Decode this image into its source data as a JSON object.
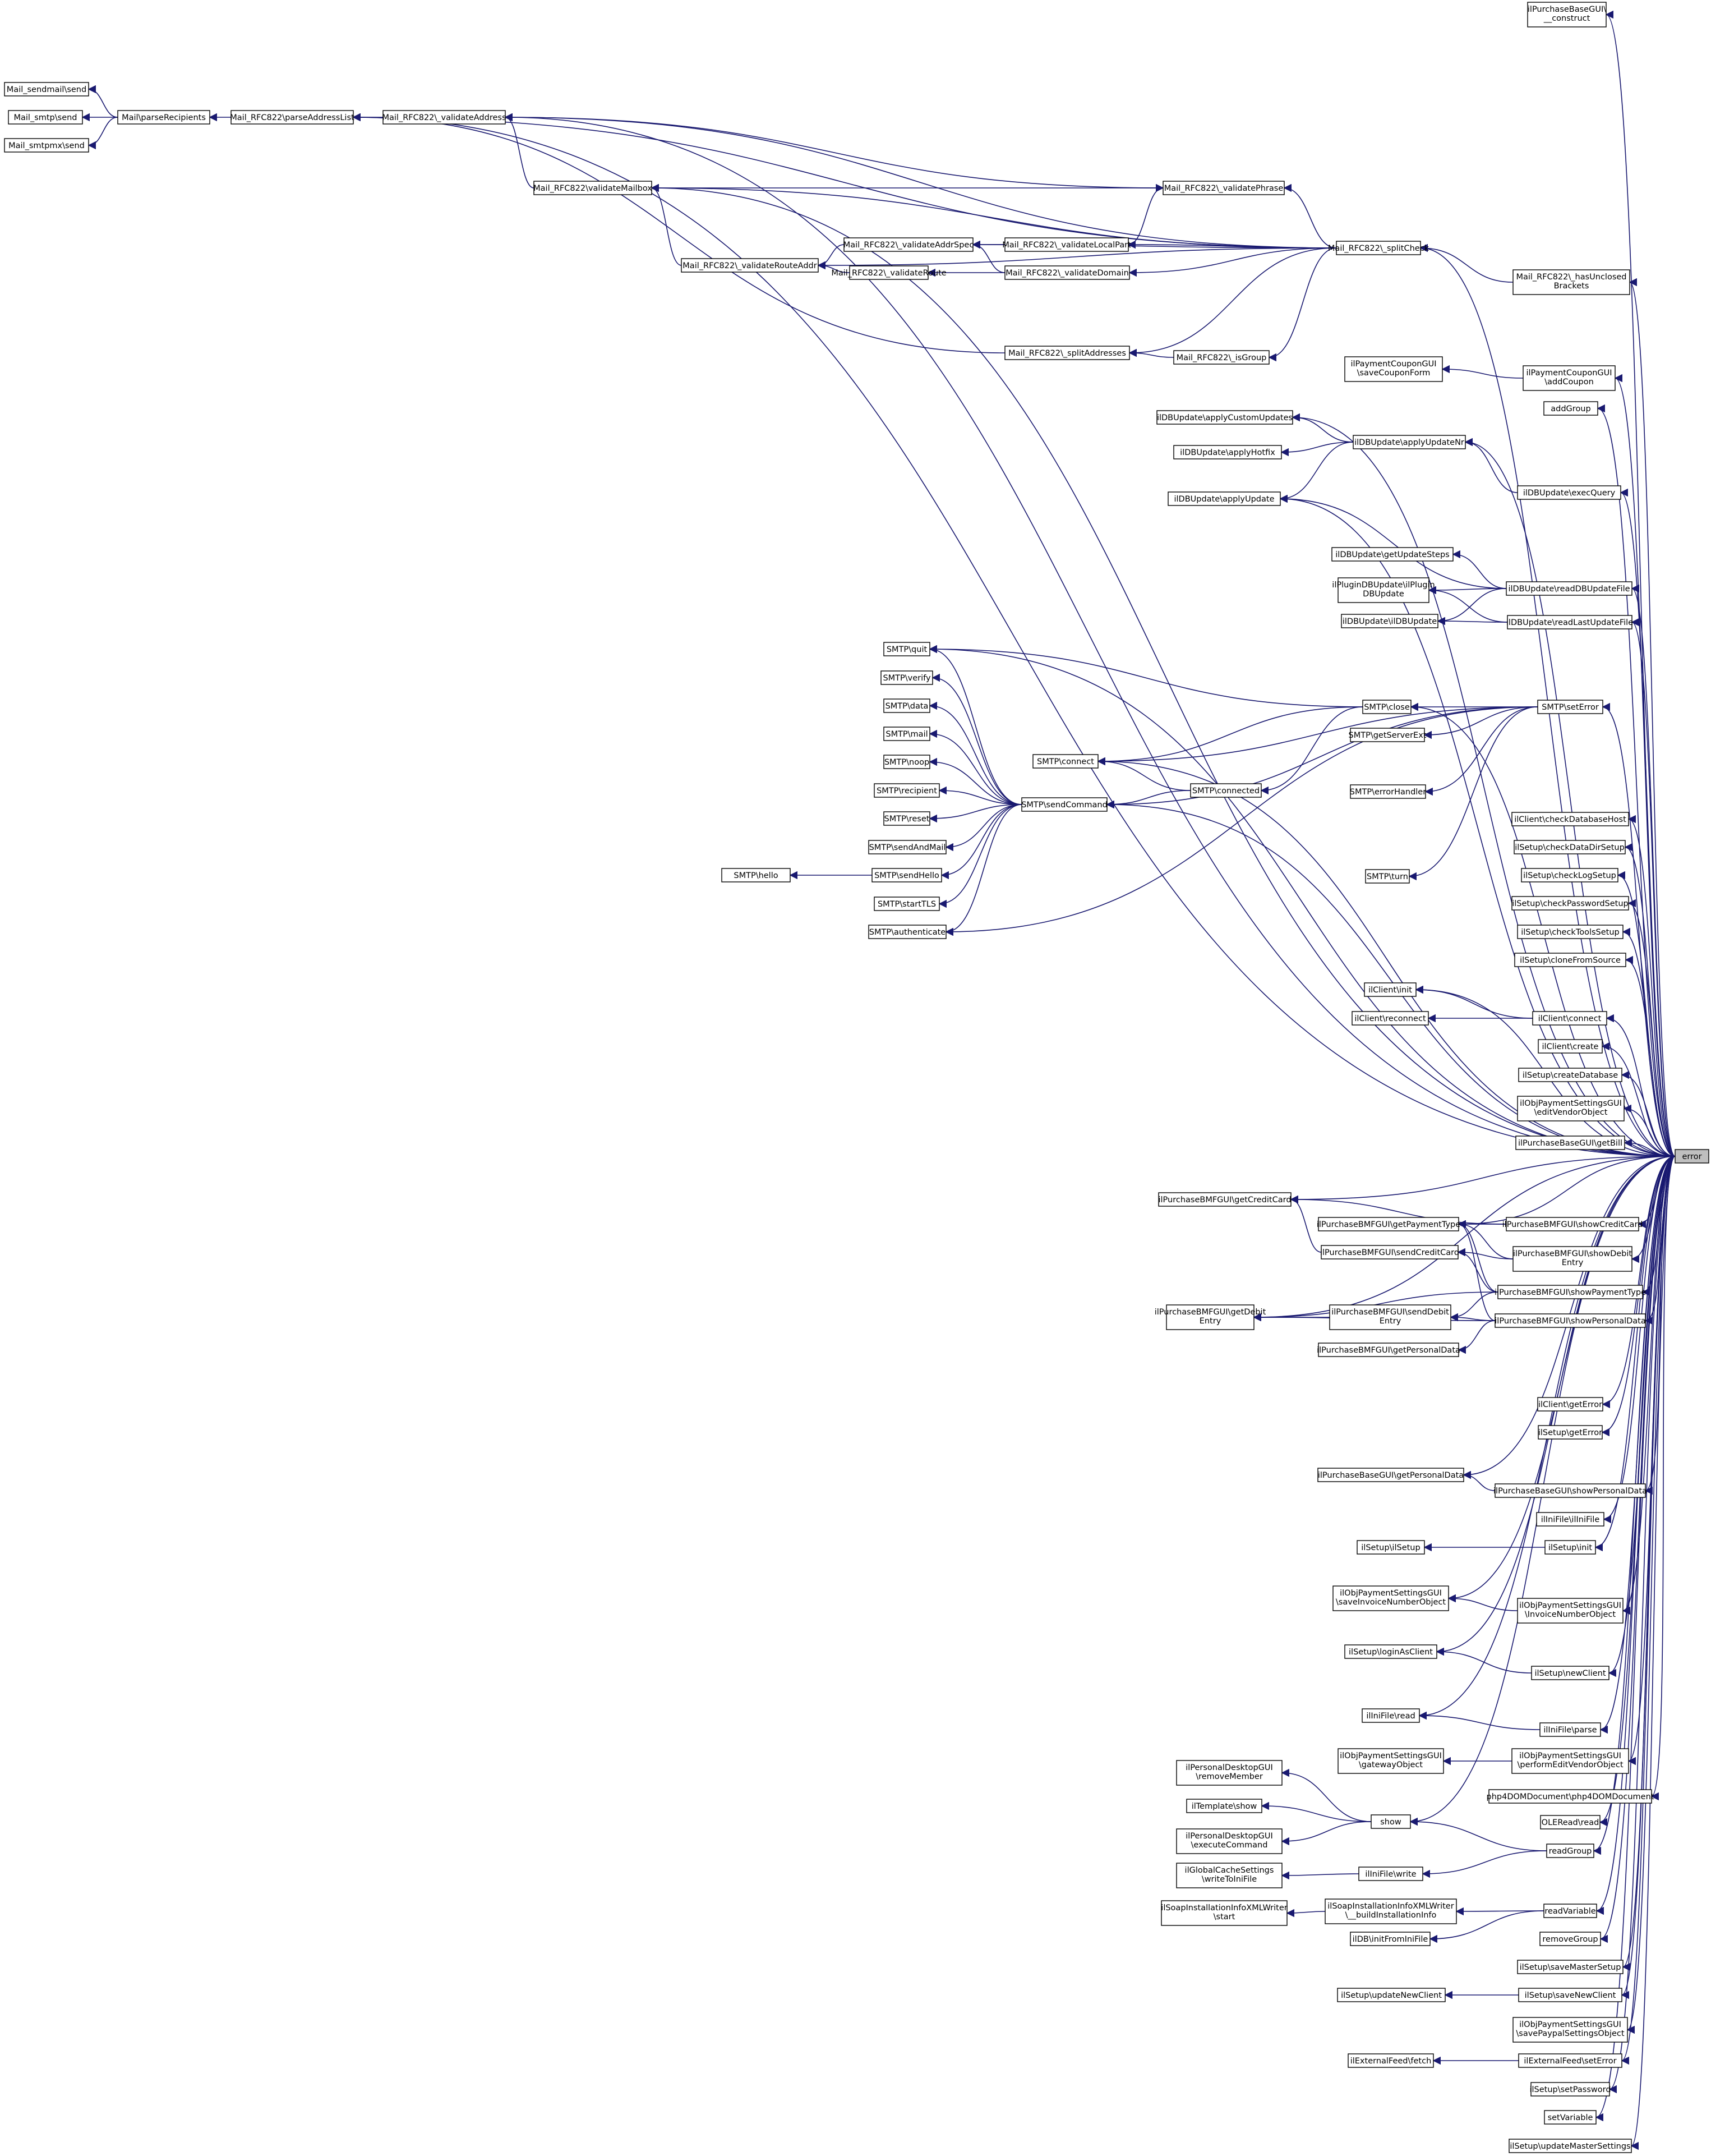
{
  "focus": "error",
  "colors": {
    "edge": "#191970",
    "focus_fill": "#bfbfbf",
    "node_border": "#000000",
    "background": "#ffffff"
  },
  "nodes": [
    {
      "id": "n0",
      "label": "Mail_sendmail\\send"
    },
    {
      "id": "n1",
      "label": "Mail_smtp\\send"
    },
    {
      "id": "n2",
      "label": "Mail_smtpmx\\send"
    },
    {
      "id": "n3",
      "label": "Mail\\parseRecipients"
    },
    {
      "id": "n4",
      "label": "Mail_RFC822\\parseAddressList"
    },
    {
      "id": "n5",
      "label": "Mail_RFC822\\_validateAddress"
    },
    {
      "id": "n6",
      "label": "Mail_RFC822\\validateMailbox"
    },
    {
      "id": "n7",
      "label": "Mail_RFC822\\_validatePhrase"
    },
    {
      "id": "n8",
      "label": "Mail_RFC822\\_validateAddrSpec"
    },
    {
      "id": "n9",
      "label": "Mail_RFC822\\_validateLocalPart"
    },
    {
      "id": "n10",
      "label": "Mail_RFC822\\_validateRouteAddr"
    },
    {
      "id": "n11",
      "label": "Mail_RFC822\\_validateRoute"
    },
    {
      "id": "n12",
      "label": "Mail_RFC822\\_validateDomain"
    },
    {
      "id": "n13",
      "label": "Mail_RFC822\\_splitCheck"
    },
    {
      "id": "n14",
      "label": "Mail_RFC822\\_hasUnclosed\nBrackets"
    },
    {
      "id": "n15",
      "label": "Mail_RFC822\\_splitAddresses"
    },
    {
      "id": "n16",
      "label": "Mail_RFC822\\_isGroup"
    },
    {
      "id": "n17",
      "label": "ilPurchaseBaseGUI\\\n__construct"
    },
    {
      "id": "n18",
      "label": "ilPaymentCouponGUI\n\\saveCouponForm"
    },
    {
      "id": "n19",
      "label": "ilPaymentCouponGUI\n\\addCoupon"
    },
    {
      "id": "n20",
      "label": "addGroup"
    },
    {
      "id": "n21",
      "label": "ilDBUpdate\\applyCustomUpdates"
    },
    {
      "id": "n22",
      "label": "ilDBUpdate\\applyUpdateNr"
    },
    {
      "id": "n23",
      "label": "ilDBUpdate\\applyHotfix"
    },
    {
      "id": "n24",
      "label": "ilDBUpdate\\applyUpdate"
    },
    {
      "id": "n25",
      "label": "ilDBUpdate\\execQuery"
    },
    {
      "id": "n26",
      "label": "ilDBUpdate\\getUpdateSteps"
    },
    {
      "id": "n27",
      "label": "ilPluginDBUpdate\\ilPlugin\nDBUpdate"
    },
    {
      "id": "n28",
      "label": "ilDBUpdate\\readDBUpdateFile"
    },
    {
      "id": "n29",
      "label": "ilDBUpdate\\ilDBUpdate"
    },
    {
      "id": "n30",
      "label": "ilDBUpdate\\readLastUpdateFile"
    },
    {
      "id": "n31",
      "label": "SMTP\\quit"
    },
    {
      "id": "n32",
      "label": "SMTP\\verify"
    },
    {
      "id": "n33",
      "label": "SMTP\\data"
    },
    {
      "id": "n34",
      "label": "SMTP\\mail"
    },
    {
      "id": "n35",
      "label": "SMTP\\noop"
    },
    {
      "id": "n36",
      "label": "SMTP\\recipient"
    },
    {
      "id": "n37",
      "label": "SMTP\\reset"
    },
    {
      "id": "n38",
      "label": "SMTP\\sendAndMail"
    },
    {
      "id": "n39",
      "label": "SMTP\\hello"
    },
    {
      "id": "n40",
      "label": "SMTP\\sendHello"
    },
    {
      "id": "n41",
      "label": "SMTP\\startTLS"
    },
    {
      "id": "n42",
      "label": "SMTP\\authenticate"
    },
    {
      "id": "n43",
      "label": "SMTP\\connect"
    },
    {
      "id": "n44",
      "label": "SMTP\\sendCommand"
    },
    {
      "id": "n45",
      "label": "SMTP\\connected"
    },
    {
      "id": "n46",
      "label": "SMTP\\close"
    },
    {
      "id": "n47",
      "label": "SMTP\\getServerExt"
    },
    {
      "id": "n48",
      "label": "SMTP\\errorHandler"
    },
    {
      "id": "n49",
      "label": "SMTP\\turn"
    },
    {
      "id": "n50",
      "label": "SMTP\\setError"
    },
    {
      "id": "n51",
      "label": "ilClient\\checkDatabaseHost"
    },
    {
      "id": "n52",
      "label": "ilSetup\\checkDataDirSetup"
    },
    {
      "id": "n53",
      "label": "ilSetup\\checkLogSetup"
    },
    {
      "id": "n54",
      "label": "ilSetup\\checkPasswordSetup"
    },
    {
      "id": "n55",
      "label": "ilSetup\\checkToolsSetup"
    },
    {
      "id": "n56",
      "label": "ilSetup\\cloneFromSource"
    },
    {
      "id": "n57",
      "label": "ilClient\\init"
    },
    {
      "id": "n58",
      "label": "ilClient\\reconnect"
    },
    {
      "id": "n59",
      "label": "ilClient\\connect"
    },
    {
      "id": "n60",
      "label": "ilClient\\create"
    },
    {
      "id": "n61",
      "label": "ilSetup\\createDatabase"
    },
    {
      "id": "n62",
      "label": "ilObjPaymentSettingsGUI\n\\editVendorObject"
    },
    {
      "id": "n63",
      "label": "ilPurchaseBaseGUI\\getBill"
    },
    {
      "id": "n64",
      "label": "ilPurchaseBMFGUI\\getCreditCard"
    },
    {
      "id": "n65",
      "label": "ilPurchaseBMFGUI\\getPaymentType"
    },
    {
      "id": "n66",
      "label": "ilPurchaseBMFGUI\\showCreditCard"
    },
    {
      "id": "n67",
      "label": "ilPurchaseBMFGUI\\sendCreditCard"
    },
    {
      "id": "n68",
      "label": "ilPurchaseBMFGUI\\showDebit\nEntry"
    },
    {
      "id": "n69",
      "label": "ilPurchaseBMFGUI\\showPaymentType"
    },
    {
      "id": "n70",
      "label": "ilPurchaseBMFGUI\\getDebit\nEntry"
    },
    {
      "id": "n71",
      "label": "ilPurchaseBMFGUI\\sendDebit\nEntry"
    },
    {
      "id": "n72",
      "label": "ilPurchaseBMFGUI\\showPersonalData"
    },
    {
      "id": "n73",
      "label": "ilPurchaseBMFGUI\\getPersonalData"
    },
    {
      "id": "n74",
      "label": "ilClient\\getError"
    },
    {
      "id": "n75",
      "label": "ilSetup\\getError"
    },
    {
      "id": "n76",
      "label": "ilPurchaseBaseGUI\\getPersonalData"
    },
    {
      "id": "n77",
      "label": "ilPurchaseBaseGUI\\showPersonalData"
    },
    {
      "id": "n78",
      "label": "ilIniFile\\ilIniFile"
    },
    {
      "id": "n79",
      "label": "ilSetup\\ilSetup"
    },
    {
      "id": "n80",
      "label": "ilSetup\\init"
    },
    {
      "id": "n81",
      "label": "ilObjPaymentSettingsGUI\n\\saveInvoiceNumberObject"
    },
    {
      "id": "n82",
      "label": "ilObjPaymentSettingsGUI\n\\InvoiceNumberObject"
    },
    {
      "id": "n83",
      "label": "ilSetup\\loginAsClient"
    },
    {
      "id": "n84",
      "label": "ilSetup\\newClient"
    },
    {
      "id": "n85",
      "label": "ilIniFile\\read"
    },
    {
      "id": "n86",
      "label": "ilIniFile\\parse"
    },
    {
      "id": "n87",
      "label": "ilObjPaymentSettingsGUI\n\\gatewayObject"
    },
    {
      "id": "n88",
      "label": "ilObjPaymentSettingsGUI\n\\performEditVendorObject"
    },
    {
      "id": "n89",
      "label": "php4DOMDocument\\php4DOMDocument"
    },
    {
      "id": "n90",
      "label": "ilPersonalDesktopGUI\n\\removeMember"
    },
    {
      "id": "n91",
      "label": "ilTemplate\\show"
    },
    {
      "id": "n92",
      "label": "ilPersonalDesktopGUI\n\\executeCommand"
    },
    {
      "id": "n93",
      "label": "show"
    },
    {
      "id": "n94",
      "label": "OLERead\\read"
    },
    {
      "id": "n95",
      "label": "ilGlobalCacheSettings\n\\writeToIniFile"
    },
    {
      "id": "n96",
      "label": "ilIniFile\\write"
    },
    {
      "id": "n97",
      "label": "readGroup"
    },
    {
      "id": "n98",
      "label": "ilSoapInstallationInfoXMLWriter\n\\start"
    },
    {
      "id": "n99",
      "label": "ilSoapInstallationInfoXMLWriter\n\\__buildInstallationInfo"
    },
    {
      "id": "n100",
      "label": "readVariable"
    },
    {
      "id": "n101",
      "label": "ilDB\\initFromIniFile"
    },
    {
      "id": "n102",
      "label": "removeGroup"
    },
    {
      "id": "n103",
      "label": "ilSetup\\saveMasterSetup"
    },
    {
      "id": "n104",
      "label": "ilSetup\\updateNewClient"
    },
    {
      "id": "n105",
      "label": "ilSetup\\saveNewClient"
    },
    {
      "id": "n106",
      "label": "ilObjPaymentSettingsGUI\n\\savePaypalSettingsObject"
    },
    {
      "id": "n107",
      "label": "ilExternalFeed\\fetch"
    },
    {
      "id": "n108",
      "label": "ilExternalFeed\\setError"
    },
    {
      "id": "n109",
      "label": "ilSetup\\setPassword"
    },
    {
      "id": "n110",
      "label": "setVariable"
    },
    {
      "id": "n111",
      "label": "ilSetup\\updateMasterSettings"
    },
    {
      "id": "n112",
      "label": "error"
    }
  ]
}
